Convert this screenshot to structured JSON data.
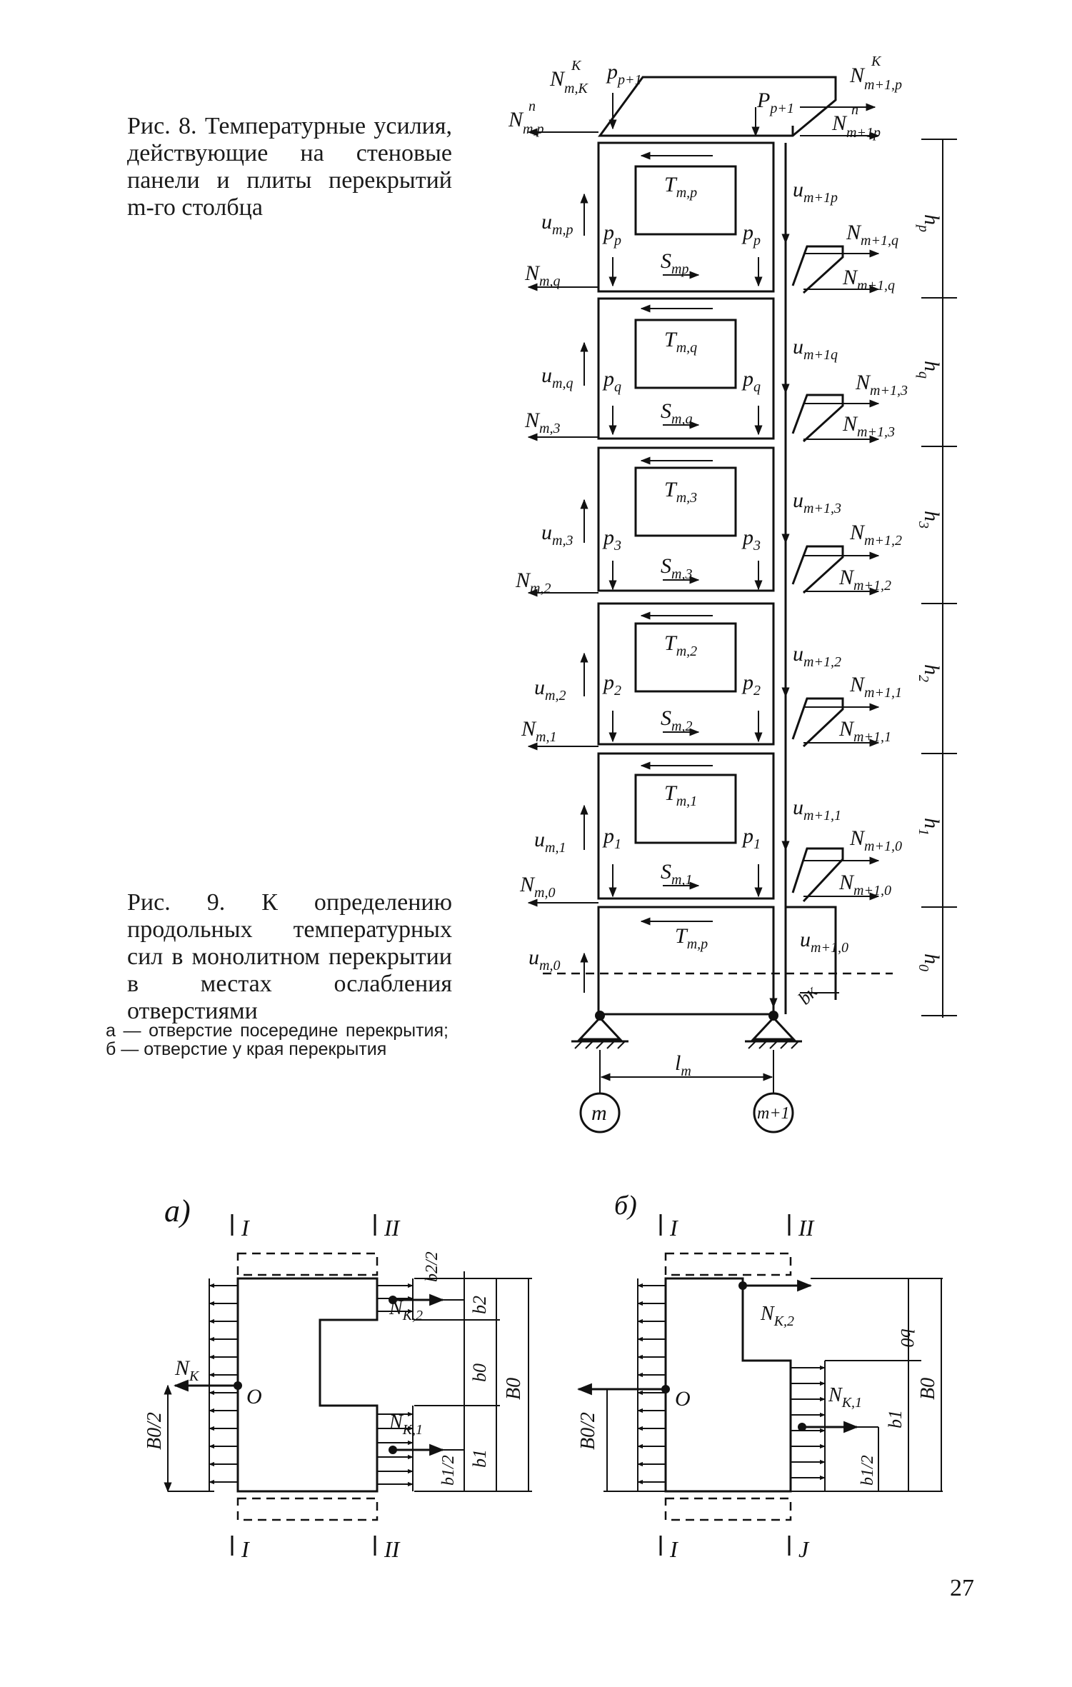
{
  "fig8_caption": "Рис. 8. Температурные усилия, действующие на стеновые панели и плиты перекрытий m-го столбца",
  "fig9_caption": "Рис. 9. К определению продольных температурных сил в монолитном перекрытии в местах ослабления отверстиями",
  "fig9_legend": "а — отверстие посередине перекрытия; б — отверстие у края перекрытия",
  "page_number": "27",
  "fig8": {
    "top_labels": {
      "n_mk": "N",
      "n_mk_sup": "K",
      "n_mk_sub": "m,K",
      "p_p1_left": "p",
      "p_p1_left_sub": "p+1",
      "p_p1_right": "P",
      "p_p1_right_sub": "p+1",
      "n_m1p_k": "N",
      "n_m1p_k_sup": "K",
      "n_m1p_k_sub": "m+1,p",
      "n_mp": "N",
      "n_mp_sup": "п",
      "n_mp_sub": "m,p",
      "n_m1p_n": "N",
      "n_m1p_n_sup": "п",
      "n_m1p_n_sub": "m+1p"
    },
    "floors": [
      {
        "h": "h",
        "h_sub": "p",
        "u_left": "u",
        "u_left_sub": "m,p",
        "p_left": "p",
        "p_sub": "p",
        "T": "T",
        "T_sub": "m,p",
        "S": "S",
        "S_sub": "mp",
        "u_right": "u",
        "u_right_sub": "m+1p",
        "Nk_sub": "m+1,q",
        "Nn_sub": "m+1,q",
        "Nleft_sub": "m,q"
      },
      {
        "h": "h",
        "h_sub": "q",
        "u_left": "u",
        "u_left_sub": "m,q",
        "p_left": "p",
        "p_sub": "q",
        "T": "T",
        "T_sub": "m,q",
        "S": "S",
        "S_sub": "m,q",
        "u_right": "u",
        "u_right_sub": "m+1q",
        "Nk_sub": "m+1,3",
        "Nn_sub": "m+1,3",
        "Nleft_sub": "m,3"
      },
      {
        "h": "h",
        "h_sub": "3",
        "u_left": "u",
        "u_left_sub": "m,3",
        "p_left": "p",
        "p_sub": "3",
        "T": "T",
        "T_sub": "m,3",
        "S": "S",
        "S_sub": "m,3",
        "u_right": "u",
        "u_right_sub": "m+1,3",
        "Nk_sub": "m+1,2",
        "Nn_sub": "m+1,2",
        "Nleft_sub": "m,2"
      },
      {
        "h": "h",
        "h_sub": "2",
        "u_left": "u",
        "u_left_sub": "m,2",
        "p_left": "p",
        "p_sub": "2",
        "T": "T",
        "T_sub": "m,2",
        "S": "S",
        "S_sub": "m,2",
        "u_right": "u",
        "u_right_sub": "m+1,2",
        "Nk_sub": "m+1,1",
        "Nn_sub": "m+1,1",
        "Nleft_sub": "m,1"
      },
      {
        "h": "h",
        "h_sub": "1",
        "u_left": "u",
        "u_left_sub": "m,1",
        "p_left": "p",
        "p_sub": "1",
        "T": "T",
        "T_sub": "m,1",
        "S": "S",
        "S_sub": "m,1",
        "u_right": "u",
        "u_right_sub": "m+1,1",
        "Nk_sub": "m+1,0",
        "Nn_sub": "m+1,0",
        "Nleft_sub": "m,0"
      }
    ],
    "base": {
      "h": "h",
      "h_sub": "0",
      "u_left": "u",
      "u_left_sub": "m,0",
      "T": "T",
      "T_sub": "m,p",
      "u_right": "u",
      "u_right_sub": "m+1,0",
      "bk": "bк"
    },
    "span": "l",
    "span_sub": "m",
    "axis_left": "m",
    "axis_right": "m+1"
  },
  "fig9": {
    "a": {
      "letter": "a)",
      "sec_I": "I",
      "sec_II": "II",
      "N_K": "N",
      "N_K_sub": "K",
      "O": "O",
      "B0_2": "B0/2",
      "b2_2": "b2/2",
      "b2": "b2",
      "b0": "b0",
      "B0": "B0",
      "b1": "b1",
      "b1_2": "b1/2",
      "NK2": "N",
      "NK2_sub": "K,2",
      "NK1": "N",
      "NK1_sub": "K,1"
    },
    "b": {
      "letter": "б)",
      "sec_I": "I",
      "sec_II": "II",
      "sec_I_bottom": "I",
      "sec_II_bottom": "J",
      "O": "O",
      "B0_2": "B0/2",
      "b0": "b0",
      "B0": "B0",
      "b1": "b1",
      "b1_2": "b1/2",
      "NK2": "N",
      "NK2_sub": "K,2",
      "NK1": "N",
      "NK1_sub": "K,1"
    }
  }
}
